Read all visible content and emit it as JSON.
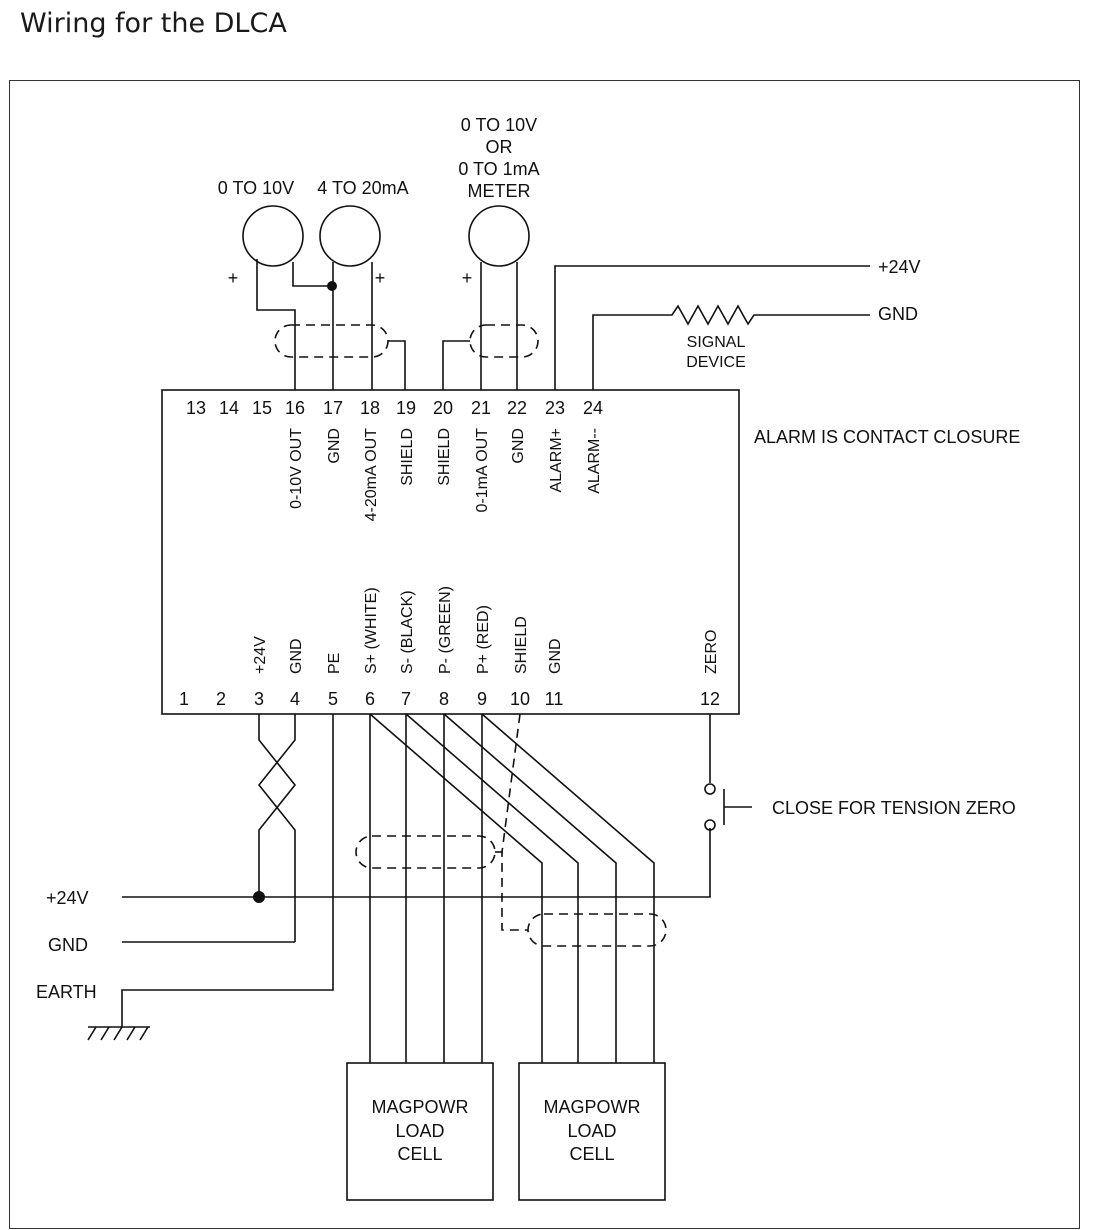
{
  "title": "Wiring for the DLCA",
  "meters": {
    "m1": "0 TO 10V",
    "m2": "4 TO 20mA",
    "m3_lines": [
      "0 TO 10V",
      "OR",
      "0 TO 1mA",
      "METER"
    ],
    "plus": "+"
  },
  "alarm": {
    "supply": "+24V",
    "gnd": "GND",
    "device_lines": [
      "SIGNAL",
      "DEVICE"
    ],
    "note": "ALARM IS CONTACT CLOSURE"
  },
  "top_terminals": [
    {
      "num": "13",
      "label": ""
    },
    {
      "num": "14",
      "label": ""
    },
    {
      "num": "15",
      "label": ""
    },
    {
      "num": "16",
      "label": "0-10V OUT"
    },
    {
      "num": "17",
      "label": "GND"
    },
    {
      "num": "18",
      "label": "4-20mA OUT"
    },
    {
      "num": "19",
      "label": "SHIELD"
    },
    {
      "num": "20",
      "label": "SHIELD"
    },
    {
      "num": "21",
      "label": "0-1mA OUT"
    },
    {
      "num": "22",
      "label": "GND"
    },
    {
      "num": "23",
      "label": "ALARM+"
    },
    {
      "num": "24",
      "label": "ALARM--"
    }
  ],
  "bottom_terminals": [
    {
      "num": "1",
      "label": ""
    },
    {
      "num": "2",
      "label": ""
    },
    {
      "num": "3",
      "label": "+24V"
    },
    {
      "num": "4",
      "label": "GND"
    },
    {
      "num": "5",
      "label": "PE"
    },
    {
      "num": "6",
      "label": "S+ (WHITE)"
    },
    {
      "num": "7",
      "label": "S- (BLACK)"
    },
    {
      "num": "8",
      "label": "P- (GREEN)"
    },
    {
      "num": "9",
      "label": "P+ (RED)"
    },
    {
      "num": "10",
      "label": "SHIELD"
    },
    {
      "num": "11",
      "label": "GND"
    },
    {
      "num": "12",
      "label": "ZERO"
    }
  ],
  "zero_switch": "CLOSE FOR TENSION ZERO",
  "supply": {
    "v24": "+24V",
    "gnd": "GND",
    "earth": "EARTH"
  },
  "load_cells": [
    {
      "lines": [
        "MAGPOWR",
        "LOAD",
        "CELL"
      ]
    },
    {
      "lines": [
        "MAGPOWR",
        "LOAD",
        "CELL"
      ]
    }
  ]
}
